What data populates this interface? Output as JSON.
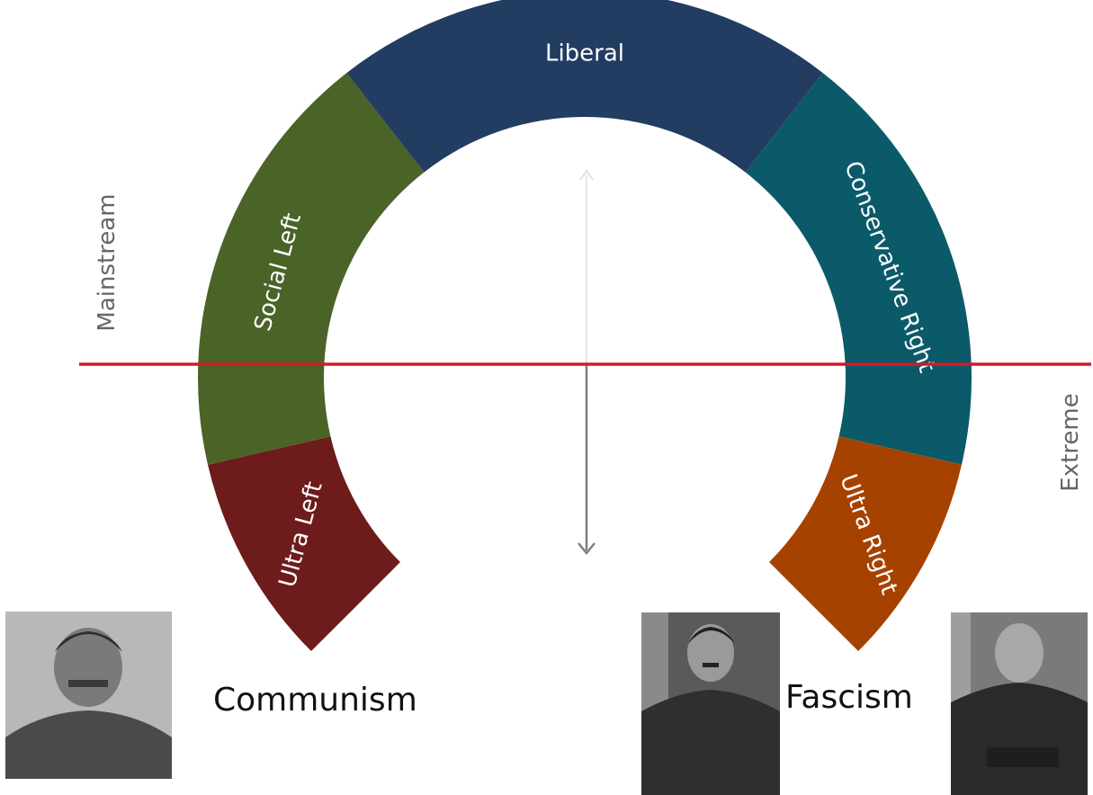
{
  "diagram": {
    "segments": [
      {
        "id": "ultra-left",
        "label": "Ultra Left",
        "color": "#6e1b1c"
      },
      {
        "id": "social-left",
        "label": "Social Left",
        "color": "#4a6327"
      },
      {
        "id": "liberal",
        "label": "Liberal",
        "color": "#223c62"
      },
      {
        "id": "conservative-right",
        "label": "Conservative Right",
        "color": "#0b5a6a"
      },
      {
        "id": "ultra-right",
        "label": "Ultra Right",
        "color": "#a64200"
      }
    ],
    "axis_labels": {
      "top": "Mainstream",
      "bottom": "Extreme"
    },
    "divider_color": "#d11a2a",
    "arrow_color": "#808080"
  },
  "captions": {
    "left": "Communism",
    "right": "Fascism"
  },
  "photos": [
    {
      "id": "photo-left",
      "icon": "portrait-photo"
    },
    {
      "id": "photo-middle",
      "icon": "portrait-photo"
    },
    {
      "id": "photo-right",
      "icon": "portrait-photo"
    }
  ]
}
